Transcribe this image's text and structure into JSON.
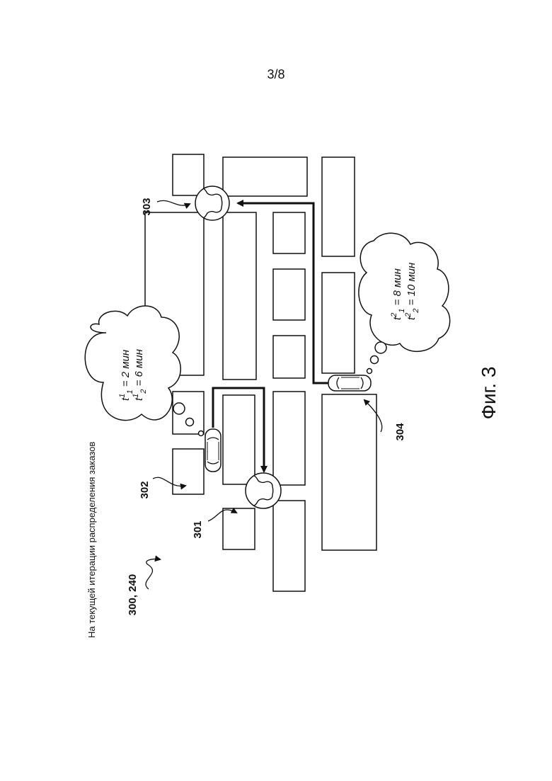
{
  "page": {
    "number": "3/8"
  },
  "figure": {
    "caption": "Фиг. 3",
    "subtitle": "На текущей итерации распределения заказов",
    "refs": {
      "figure_ref": "300, 240",
      "r301": "301",
      "r302": "302",
      "r303": "303",
      "r304": "304"
    },
    "cloud_left": {
      "line1": {
        "t": "t",
        "sup": "1",
        "sub": "1",
        "value": " = 2 мин"
      },
      "line2": {
        "t": "t",
        "sup": "1",
        "sub": "2",
        "value": " = 6 мин"
      }
    },
    "cloud_right": {
      "line1": {
        "t": "t",
        "sup": "2",
        "sub": "1",
        "value": " = 8 мин"
      },
      "line2": {
        "t": "t",
        "sup": "2",
        "sub": "2",
        "value": " = 10 мин"
      }
    }
  },
  "colors": {
    "ink": "#111111",
    "paper": "#ffffff"
  }
}
